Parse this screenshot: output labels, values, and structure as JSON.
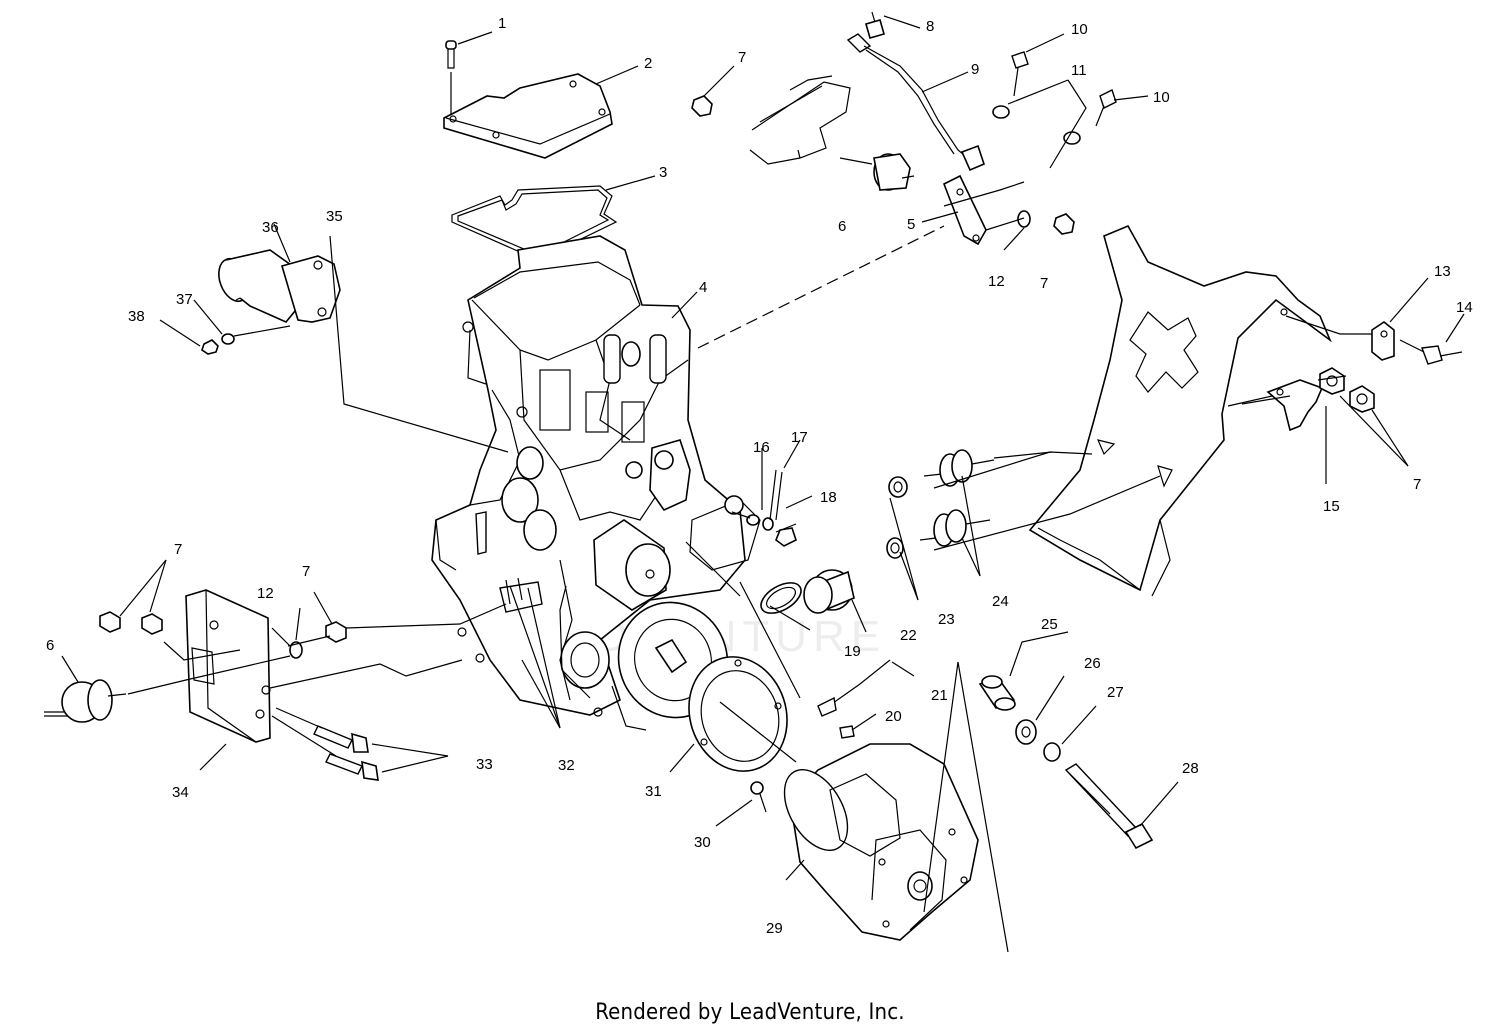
{
  "diagram": {
    "callouts": [
      {
        "id": "c1",
        "label": "1"
      },
      {
        "id": "c2",
        "label": "2"
      },
      {
        "id": "c3",
        "label": "3"
      },
      {
        "id": "c4",
        "label": "4"
      },
      {
        "id": "c5",
        "label": "5"
      },
      {
        "id": "c6a",
        "label": "6"
      },
      {
        "id": "c6b",
        "label": "6"
      },
      {
        "id": "c7a",
        "label": "7"
      },
      {
        "id": "c7b",
        "label": "7"
      },
      {
        "id": "c7c",
        "label": "7"
      },
      {
        "id": "c7d",
        "label": "7"
      },
      {
        "id": "c7e",
        "label": "7"
      },
      {
        "id": "c8",
        "label": "8"
      },
      {
        "id": "c9",
        "label": "9"
      },
      {
        "id": "c10a",
        "label": "10"
      },
      {
        "id": "c10b",
        "label": "10"
      },
      {
        "id": "c11",
        "label": "11"
      },
      {
        "id": "c12a",
        "label": "12"
      },
      {
        "id": "c12b",
        "label": "12"
      },
      {
        "id": "c13",
        "label": "13"
      },
      {
        "id": "c14",
        "label": "14"
      },
      {
        "id": "c15",
        "label": "15"
      },
      {
        "id": "c16",
        "label": "16"
      },
      {
        "id": "c17",
        "label": "17"
      },
      {
        "id": "c18",
        "label": "18"
      },
      {
        "id": "c19",
        "label": "19"
      },
      {
        "id": "c20",
        "label": "20"
      },
      {
        "id": "c21",
        "label": "21"
      },
      {
        "id": "c22",
        "label": "22"
      },
      {
        "id": "c23",
        "label": "23"
      },
      {
        "id": "c24",
        "label": "24"
      },
      {
        "id": "c25",
        "label": "25"
      },
      {
        "id": "c26",
        "label": "26"
      },
      {
        "id": "c27",
        "label": "27"
      },
      {
        "id": "c28",
        "label": "28"
      },
      {
        "id": "c29",
        "label": "29"
      },
      {
        "id": "c30",
        "label": "30"
      },
      {
        "id": "c31",
        "label": "31"
      },
      {
        "id": "c32",
        "label": "32"
      },
      {
        "id": "c33",
        "label": "33"
      },
      {
        "id": "c34",
        "label": "34"
      },
      {
        "id": "c35",
        "label": "35"
      },
      {
        "id": "c36",
        "label": "36"
      },
      {
        "id": "c37",
        "label": "37"
      },
      {
        "id": "c38",
        "label": "38"
      }
    ]
  },
  "watermark_text": "LEADVENTURE",
  "footer": {
    "credit": "Rendered by LeadVenture, Inc."
  },
  "colors": {
    "line": "#000000",
    "background": "#ffffff"
  }
}
